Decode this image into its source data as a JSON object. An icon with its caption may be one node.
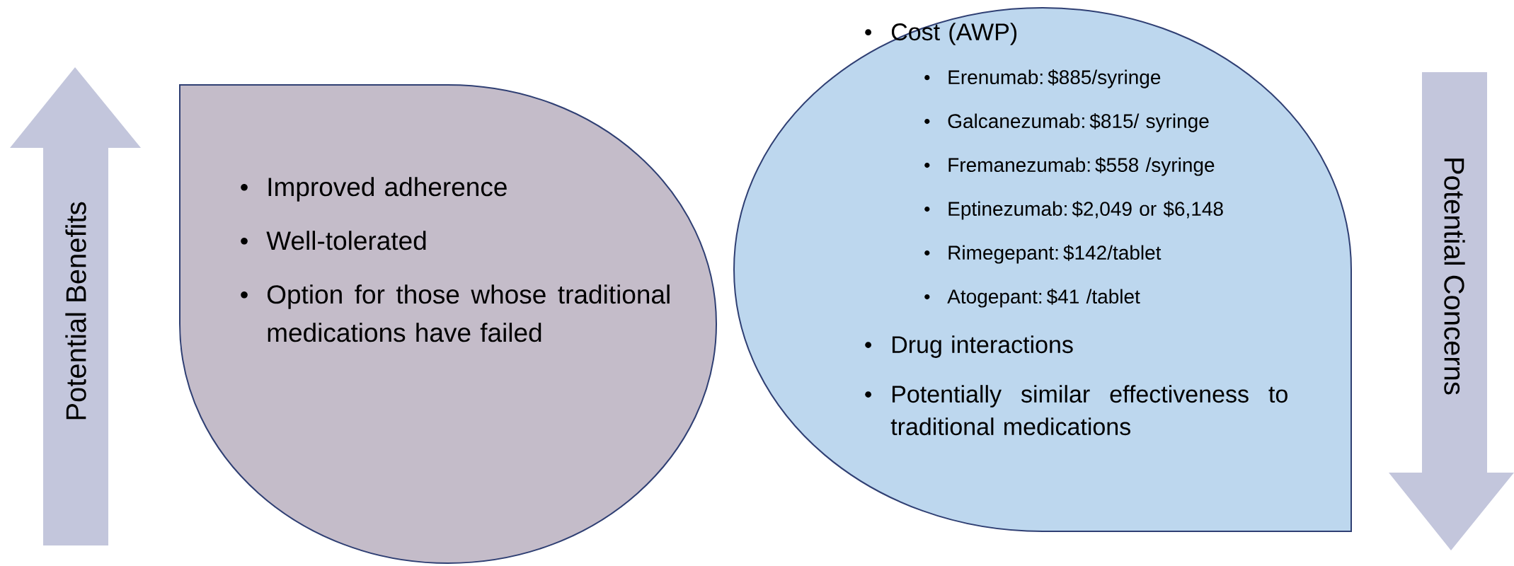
{
  "diagram": {
    "nodes": [
      {
        "text": [
          "Potential Benefits"
        ]
      },
      {
        "text": [
          "Improved adherence",
          "Well-tolerated",
          "Option for those whose traditional medications have failed"
        ]
      },
      {
        "text": [
          "Cost (AWP)",
          "Erenumab: $885/syringe",
          "Galcanezumab: $815/ syringe",
          "Fremanezumab: $558 /syringe",
          "Eptinezumab: $2,049 or $6,148",
          "Rimegepant: $142/tablet",
          "Atogepant: $41 /tablet",
          "Drug interactions",
          "Potentially similar effectiveness to traditional medications"
        ]
      },
      {
        "text": [
          "Potential Concerns"
        ]
      }
    ]
  }
}
